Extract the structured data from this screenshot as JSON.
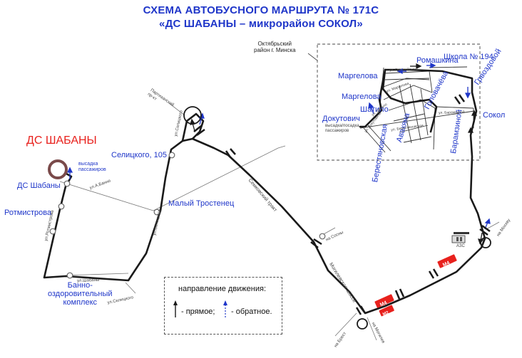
{
  "title": {
    "line1": "СХЕМА АВТОБУСНОГО МАРШРУТА № 171С",
    "line2": "«ДС ШАБАНЫ – микрорайон СОКОЛ»"
  },
  "colors": {
    "title": "#1f36c9",
    "route": "#1a1a1a",
    "terminal": "#e8211d",
    "stop_ring": "#7a4a4a",
    "road_sign": "#e8211d"
  },
  "terminal": {
    "name": "ДС ШАБАНЫ"
  },
  "stops": [
    {
      "id": "ds-shabany",
      "label": "ДС Шабаны"
    },
    {
      "id": "rotmistrova",
      "label": "Ротмистрова"
    },
    {
      "id": "bannyi",
      "label": "Банно-\nоздоровительный\nкомплекс"
    },
    {
      "id": "selitskogo",
      "label": "Селицкого, 105"
    },
    {
      "id": "malyi-trostenets",
      "label": "Малый Тростенец"
    },
    {
      "id": "margelova-1",
      "label": "Маргелова"
    },
    {
      "id": "margelova-2",
      "label": "Маргелова"
    },
    {
      "id": "shatilo",
      "label": "Шатило"
    },
    {
      "id": "dokutovich",
      "label": "Докутович"
    },
    {
      "id": "romashkina",
      "label": "Ромашкина"
    },
    {
      "id": "shkola-194",
      "label": "Школа № 194"
    },
    {
      "id": "golovacheva",
      "label": "Головачёва"
    },
    {
      "id": "gvozdovoy",
      "label": "Грвоздовой"
    },
    {
      "id": "berestyanovskaya",
      "label": "Берестяновская"
    },
    {
      "id": "avakyan",
      "label": "Авакяна"
    },
    {
      "id": "baramzinoy",
      "label": "Барамзиной"
    },
    {
      "id": "sokol",
      "label": "Сокол"
    }
  ],
  "notes": {
    "vysadka": "высадка\nпассажиров",
    "vysadka_dokutovich": "высадка/посадка\nпассажиров",
    "district": "Октябрьский\nрайон г. Минска",
    "azs": "АЗС"
  },
  "roads": {
    "ul_a_bannaya": "ул.А.Банно",
    "ul_rotmistrova": "ул.Ротмистрова",
    "ul_shabany": "ул.Шабаны",
    "ul_selitskogo_a": "ул.Селицкого",
    "ul_selitskogo_b": "ул.Селицкого",
    "ul_selitskogo_c": "ул.Селицкого",
    "partizansky": "Партизанский\nпр-кт",
    "semkovsky": "Семковский тракт",
    "na_sosny": "на Сосны",
    "mogilevskoe": "Могилевское шоссе",
    "na_brest": "на Брест",
    "na_mogilev": "на Могилев",
    "na_moskvu": "на Москву",
    "ul_baramzinoy": "ул. Барамзиной",
    "ul_berestyanovskaya": "ул. Берестяновская",
    "ul_grasnychsky": "ул. Грасныйского",
    "ul_marg": "ул. Маргелова",
    "ul_shatilo": "ул. Шатило",
    "ul_dokutovich": "ул. Докутовича"
  },
  "road_signs": [
    "М4",
    "М4",
    "М2"
  ],
  "legend": {
    "title": "направление движения:",
    "forward": "- прямое;",
    "reverse": "- обратное."
  }
}
